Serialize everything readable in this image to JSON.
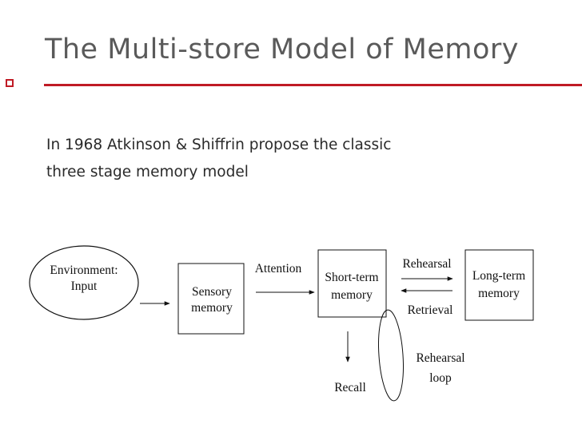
{
  "slide": {
    "title": "The Multi-store Model of Memory",
    "body_line1": "In 1968 Atkinson & Shiffrin propose the classic",
    "body_line2": "three stage memory model"
  },
  "diagram": {
    "environment_line1": "Environment:",
    "environment_line2": "Input",
    "sensory_line1": "Sensory",
    "sensory_line2": "memory",
    "stm_line1": "Short-term",
    "stm_line2": "memory",
    "ltm_line1": "Long-term",
    "ltm_line2": "memory",
    "attention": "Attention",
    "rehearsal": "Rehearsal",
    "retrieval": "Retrieval",
    "recall": "Recall",
    "loop_line1": "Rehearsal",
    "loop_line2": "loop"
  },
  "colors": {
    "accent": "#c01b25",
    "title": "#5a5a5a"
  }
}
